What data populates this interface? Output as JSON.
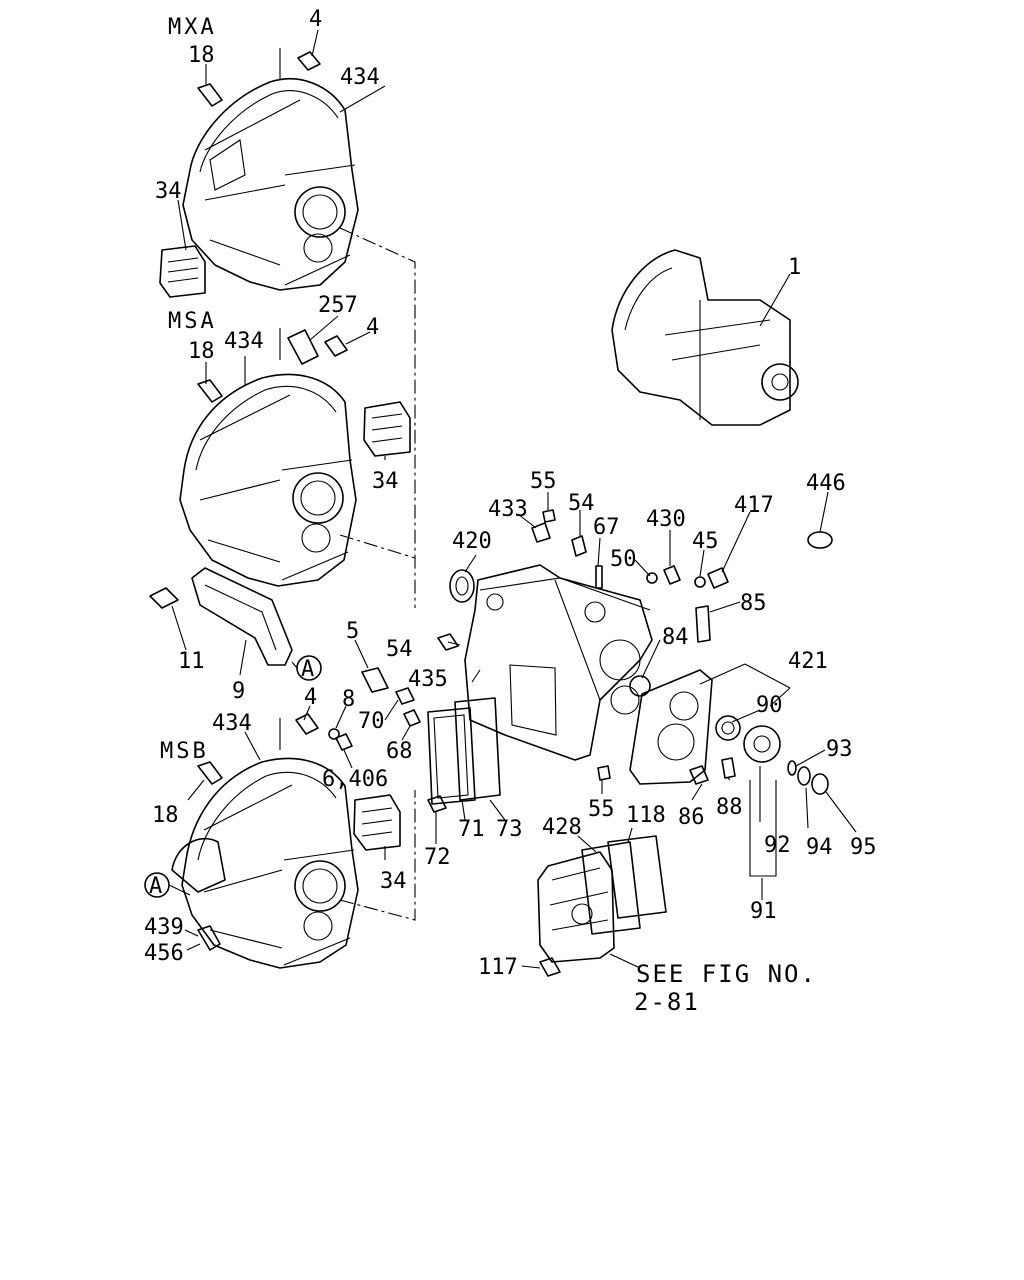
{
  "variants": {
    "mxa": "MXA",
    "msa": "MSA",
    "msb": "MSB"
  },
  "callout_a": "A",
  "see_fig": {
    "line1": "SEE FIG NO.",
    "line2": "2-81"
  },
  "callouts": {
    "c1": "1",
    "c4a": "4",
    "c18a": "18",
    "c434a": "434",
    "c34a": "34",
    "c257": "257",
    "c4b": "4",
    "c18b": "18",
    "c434b": "434",
    "c34b": "34",
    "c11": "11",
    "c9": "9",
    "c5": "5",
    "c4c": "4",
    "c8": "8",
    "c70": "70",
    "c68": "68",
    "c6406": "6,406",
    "c434c": "434",
    "c18c": "18",
    "c34c": "34",
    "c439": "439",
    "c456": "456",
    "c55a": "55",
    "c433": "433",
    "c54a": "54",
    "c67": "67",
    "c420": "420",
    "c430": "430",
    "c50": "50",
    "c45": "45",
    "c417": "417",
    "c446": "446",
    "c85": "85",
    "c84": "84",
    "c54b": "54",
    "c435": "435",
    "c421": "421",
    "c90": "90",
    "c93": "93",
    "c71": "71",
    "c73": "73",
    "c72": "72",
    "c55b": "55",
    "c86": "86",
    "c88": "88",
    "c92": "92",
    "c94": "94",
    "c95": "95",
    "c91": "91",
    "c428": "428",
    "c118": "118",
    "c117": "117"
  }
}
